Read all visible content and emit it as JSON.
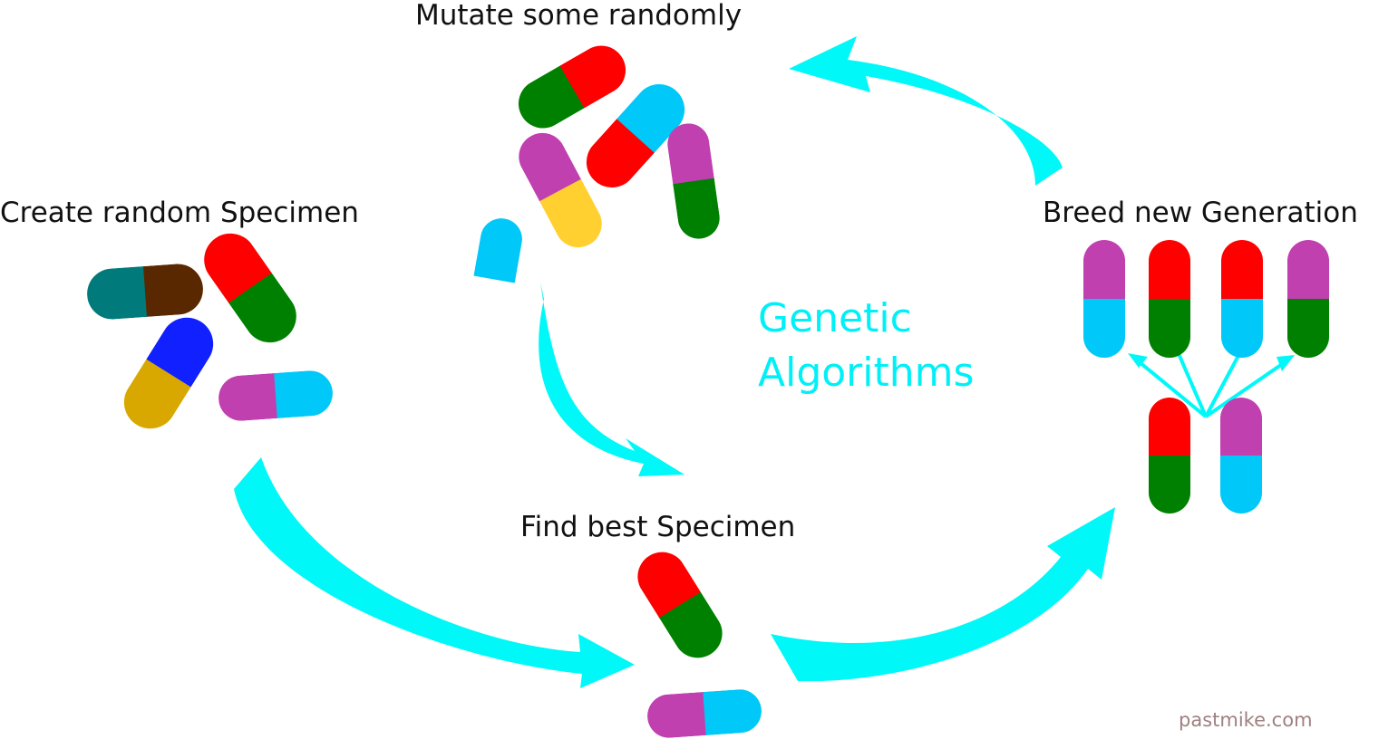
{
  "labels": {
    "create": "Create random Specimen",
    "mutate": "Mutate some randomly",
    "breed": "Breed new Generation",
    "find": "Find best Specimen",
    "title_line1": "Genetic",
    "title_line2": "Algorithms",
    "credit": "pastmike.com"
  },
  "colors": {
    "arrow": "#00f8f8",
    "title": "#00f0f8",
    "credit": "#a08080",
    "red": "#ff0000",
    "green": "#008000",
    "magenta": "#c040b0",
    "sky": "#00c8f8",
    "teal": "#007a7a",
    "brown": "#5a2800",
    "gold": "#d8a800",
    "blue": "#1020ff",
    "yellow": "#ffd030"
  },
  "capsules": {
    "create": [
      [
        "teal",
        "brown"
      ],
      [
        "red",
        "green"
      ],
      [
        "gold",
        "blue"
      ],
      [
        "magenta",
        "sky"
      ]
    ],
    "mutate": [
      [
        "green",
        "red"
      ],
      [
        "red",
        "sky"
      ],
      [
        "magenta",
        "yellow"
      ],
      [
        "magenta",
        "green"
      ],
      [
        "sky"
      ]
    ],
    "breed_children": [
      [
        "magenta",
        "sky"
      ],
      [
        "red",
        "green"
      ],
      [
        "red",
        "sky"
      ],
      [
        "magenta",
        "green"
      ]
    ],
    "breed_parents": [
      [
        "red",
        "green"
      ],
      [
        "magenta",
        "sky"
      ]
    ],
    "find": [
      [
        "red",
        "green"
      ],
      [
        "magenta",
        "sky"
      ]
    ]
  }
}
